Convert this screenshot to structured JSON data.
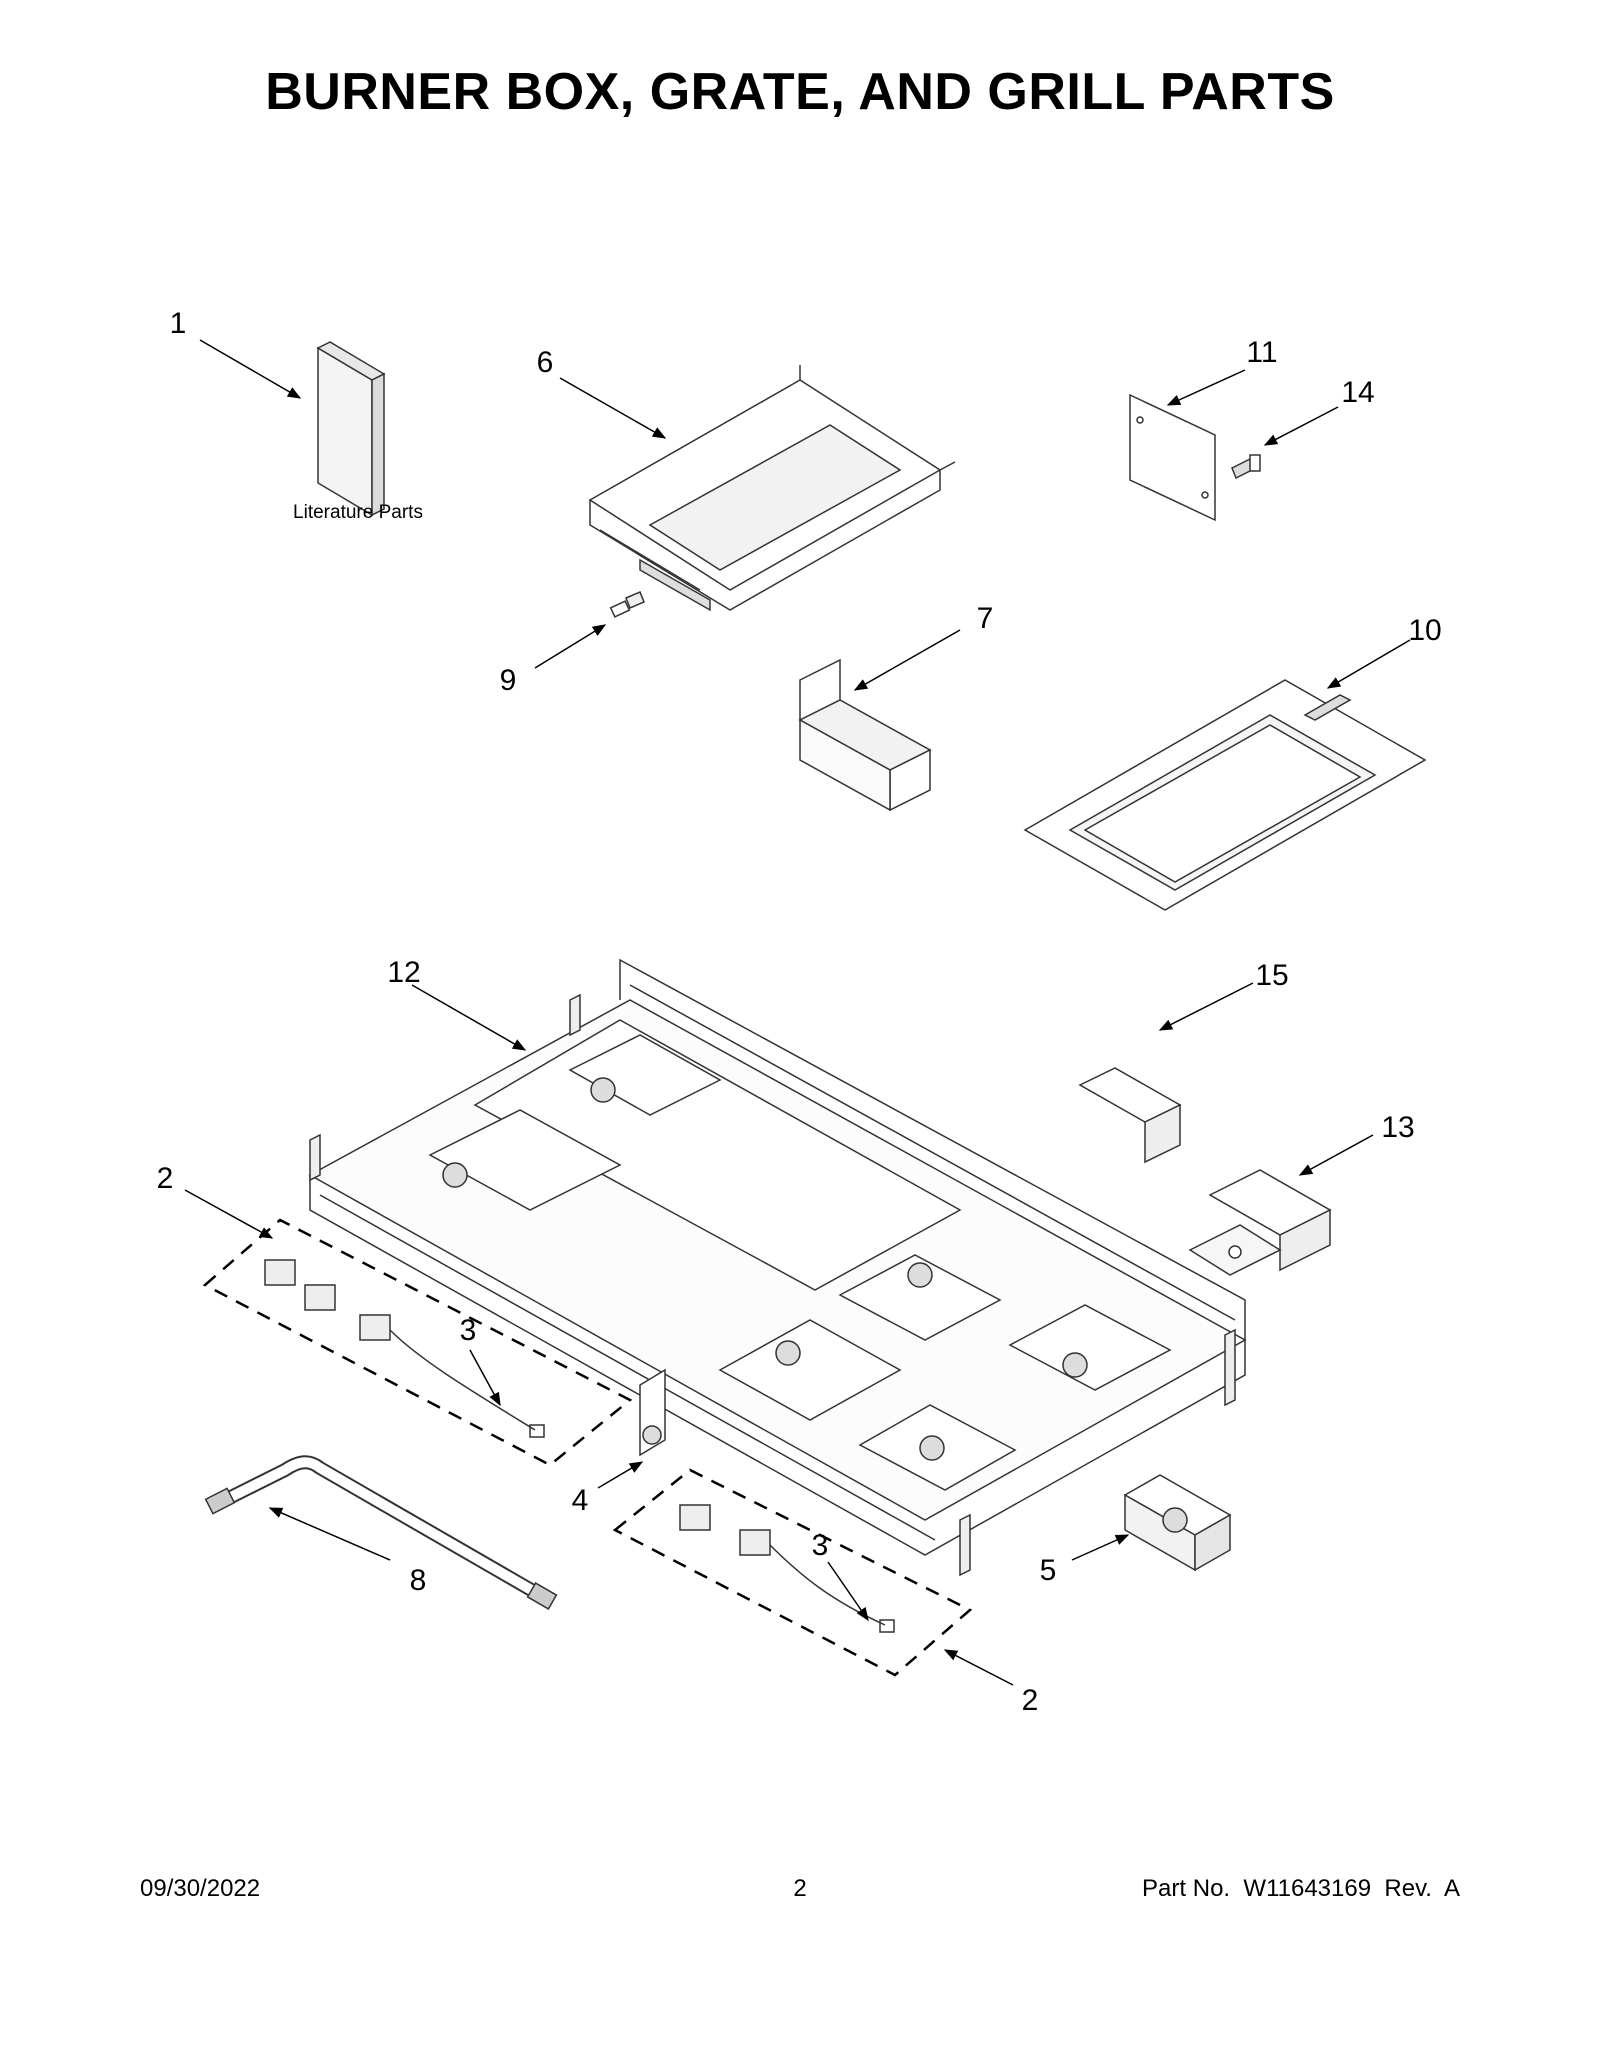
{
  "title": "BURNER BOX, GRATE, AND GRILL PARTS",
  "caption": "Literature Parts",
  "callouts": {
    "c1": "1",
    "c2a": "2",
    "c2b": "2",
    "c3a": "3",
    "c3b": "3",
    "c4": "4",
    "c5": "5",
    "c6": "6",
    "c7": "7",
    "c8": "8",
    "c9": "9",
    "c10": "10",
    "c11": "11",
    "c12": "12",
    "c13": "13",
    "c14": "14",
    "c15": "15"
  },
  "footer": {
    "date": "09/30/2022",
    "page": "2",
    "part": "Part No.  W11643169  Rev.  A"
  }
}
